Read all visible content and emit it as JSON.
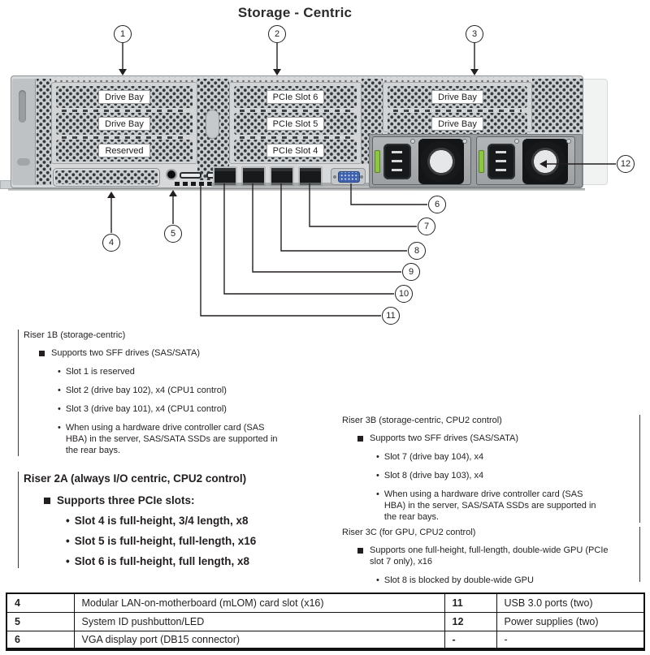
{
  "title": "Storage - Centric",
  "callouts": {
    "c1": "1",
    "c2": "2",
    "c3": "3",
    "c4": "4",
    "c5": "5",
    "c6": "6",
    "c7": "7",
    "c8": "8",
    "c9": "9",
    "c10": "10",
    "c11": "11",
    "c12": "12"
  },
  "chassis": {
    "riser1_slots": [
      "Drive Bay",
      "Drive Bay",
      "Reserved"
    ],
    "riser2_slots": [
      "PCIe Slot 6",
      "PCIe Slot 5",
      "PCIe Slot 4"
    ],
    "riser3_slots": [
      "Drive Bay",
      "Drive Bay"
    ]
  },
  "riser1b": {
    "title": "Riser 1B (storage-centric)",
    "bullet": "Supports two SFF drives (SAS/SATA)",
    "items": [
      "Slot 1 is reserved",
      "Slot 2 (drive bay 102), x4 (CPU1 control)",
      "Slot 3 (drive bay 101), x4 (CPU1 control)",
      "When using a hardware drive controller card (SAS HBA) in the server, SAS/SATA SSDs are supported in the rear bays."
    ]
  },
  "riser2a": {
    "title": "Riser 2A (always I/O centric, CPU2 control)",
    "bullet": "Supports three PCIe slots:",
    "items": [
      "Slot 4 is full-height, 3/4 length, x8",
      "Slot 5 is full-height, full-length, x16",
      "Slot 6 is full-height, full length, x8"
    ]
  },
  "riser3b": {
    "title": "Riser 3B (storage-centric, CPU2 control)",
    "bullet": "Supports two SFF drives (SAS/SATA)",
    "items": [
      "Slot 7 (drive bay 104), x4",
      "Slot 8 (drive bay 103), x4",
      "When using a hardware drive controller card (SAS HBA) in the server, SAS/SATA SSDs are supported in the rear bays."
    ]
  },
  "riser3c": {
    "title": "Riser 3C (for GPU, CPU2 control)",
    "bullet": "Supports one full-height, full-length, double-wide GPU (PCIe slot 7 only), x16",
    "items": [
      "Slot 8 is blocked by double-wide GPU"
    ]
  },
  "table": {
    "rows": [
      [
        "4",
        "Modular LAN-on-motherboard (mLOM) card slot (x16)",
        "11",
        "USB 3.0 ports (two)"
      ],
      [
        "5",
        "System ID pushbutton/LED",
        "12",
        "Power supplies (two)"
      ],
      [
        "6",
        "VGA display port (DB15 connector)",
        "-",
        "-"
      ]
    ]
  },
  "colors": {
    "psu_green": "#8dc63f",
    "vga_blue": "#3f62ae",
    "text": "#231f20"
  }
}
